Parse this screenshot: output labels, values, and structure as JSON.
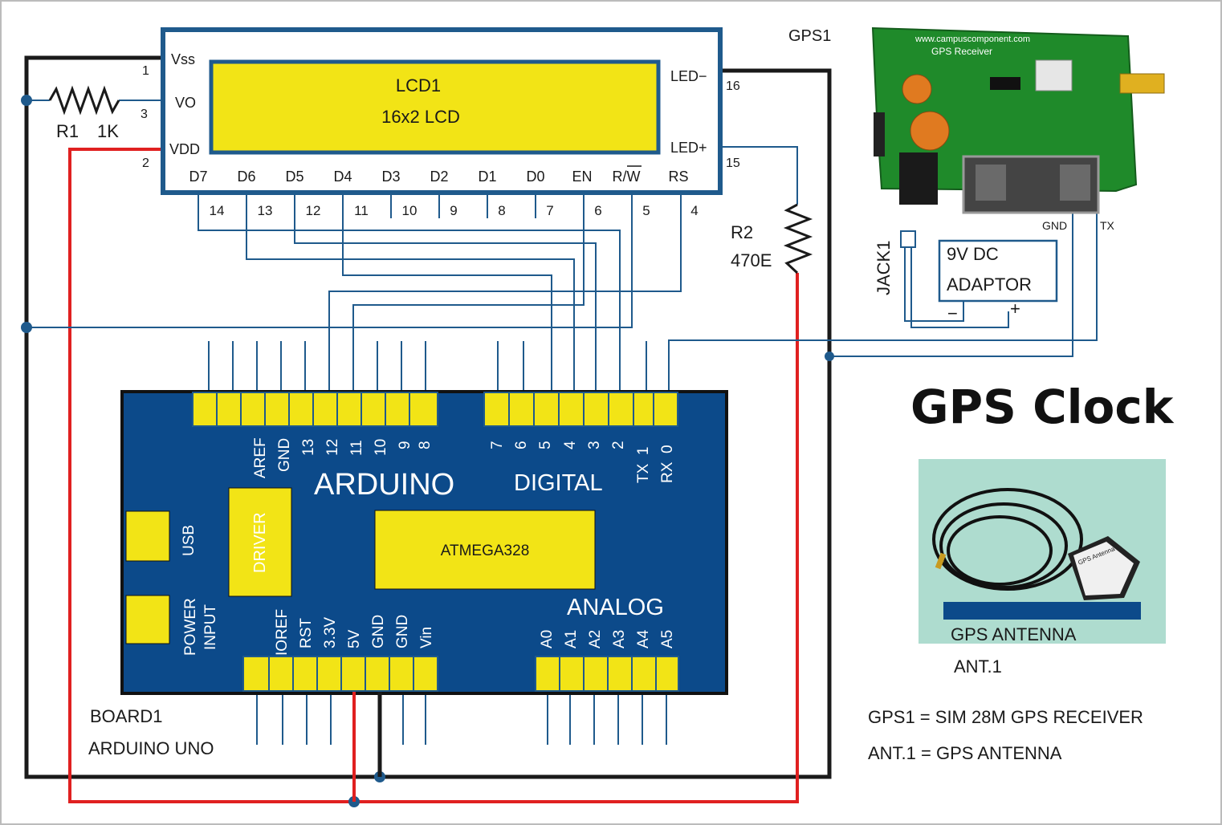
{
  "title": "GPS Clock",
  "lcd": {
    "name": "LCD1",
    "type": "16x2 LCD",
    "left_pins": [
      {
        "label": "Vss",
        "num": "1"
      },
      {
        "label": "VO",
        "num": "3"
      },
      {
        "label": "VDD",
        "num": "2"
      }
    ],
    "right_pins": [
      {
        "label": "LED−",
        "num": "16"
      },
      {
        "label": "LED+",
        "num": "15"
      }
    ],
    "bottom_pins": [
      {
        "label": "D7",
        "num": "14"
      },
      {
        "label": "D6",
        "num": "13"
      },
      {
        "label": "D5",
        "num": "12"
      },
      {
        "label": "D4",
        "num": "11"
      },
      {
        "label": "D3",
        "num": "10"
      },
      {
        "label": "D2",
        "num": "9"
      },
      {
        "label": "D1",
        "num": "8"
      },
      {
        "label": "D0",
        "num": "7"
      },
      {
        "label": "EN",
        "num": "6"
      },
      {
        "label": "R/W",
        "num": "5"
      },
      {
        "label": "RS",
        "num": "4"
      }
    ]
  },
  "r1": {
    "name": "R1",
    "value": "1K"
  },
  "r2": {
    "name": "R2",
    "value": "470E"
  },
  "gps": {
    "name": "GPS1",
    "board_text": "www.campuscomponent.com",
    "board_title": "GPS Receiver",
    "gnd_label": "GND",
    "tx_label": "TX"
  },
  "jack": "JACK1",
  "adaptor": {
    "line1": "9V DC",
    "line2": "ADAPTOR",
    "minus": "−",
    "plus": "+"
  },
  "arduino": {
    "title": "ARDUINO",
    "digital_label": "DIGITAL",
    "analog_label": "ANALOG",
    "chip": "ATMEGA328",
    "driver": "DRIVER",
    "usb": "USB",
    "power_input_1": "POWER",
    "power_input_2": "INPUT",
    "header_left": [
      "AREF",
      "GND",
      "13",
      "12",
      "11",
      "10",
      "9",
      "8"
    ],
    "header_right": [
      "7",
      "6",
      "5",
      "4",
      "3",
      "2",
      "TX  1",
      "RX  0"
    ],
    "power_pins": [
      "IOREF",
      "RST",
      "3.3V",
      "5V",
      "GND",
      "GND",
      "Vin"
    ],
    "analog_pins": [
      "A0",
      "A1",
      "A2",
      "A3",
      "A4",
      "A5"
    ]
  },
  "board_label": {
    "line1": "BOARD1",
    "line2": "ARDUINO UNO"
  },
  "antenna": {
    "caption": "GPS ANTENNA",
    "label": "ANT.1",
    "sticker_title": "GPS Antenna"
  },
  "legend": [
    "GPS1 = SIM 28M GPS RECEIVER",
    "ANT.1 = GPS ANTENNA"
  ],
  "colors": {
    "board_blue": "#0c4a8a",
    "header_yellow": "#f2e416",
    "wire_red": "#e02020",
    "wire_blue": "#1f5a8c",
    "pcb_green": "#1f8a2a"
  }
}
